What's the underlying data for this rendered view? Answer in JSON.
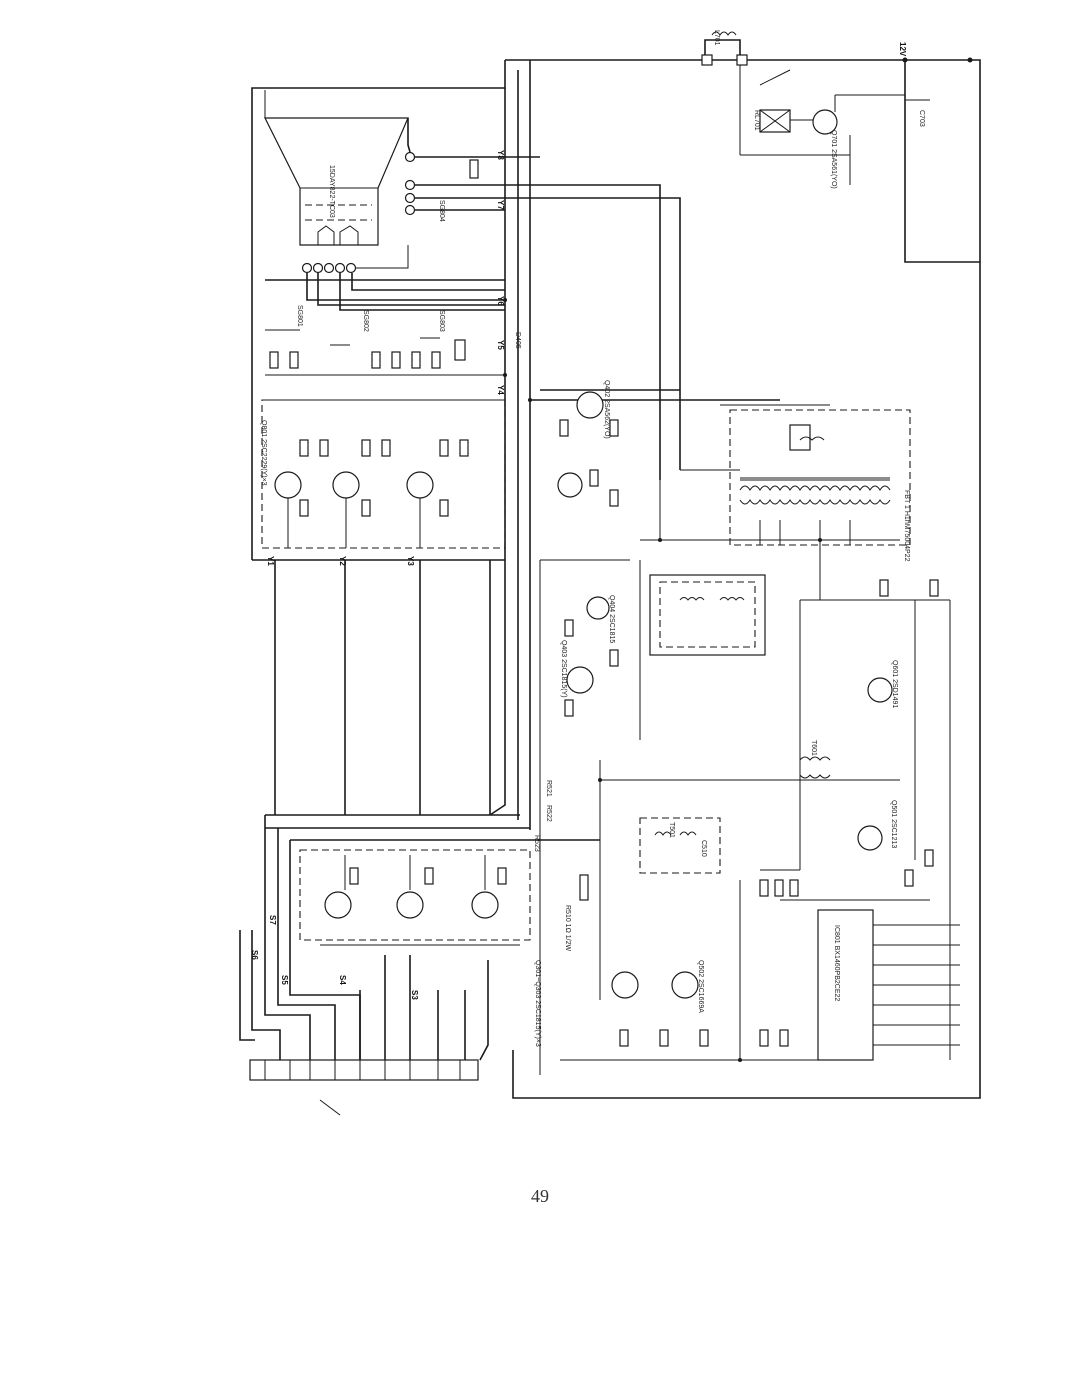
{
  "page": {
    "number": "49"
  },
  "labels": {
    "crt": "15DAY822-TC03",
    "ic801": "IC801 BX1460PB2CE22",
    "fbt": "FBT 1 H1hM75004P22",
    "q801_row": "Q801 2SC2229(Y)×3",
    "q301_row": "Q301~Q303 2SC1815(Y)×3",
    "q701": "Q701 2SA561(YO)",
    "q402": "Q402 2SA562(YO)",
    "q403": "Q403 2SC1815(Y)",
    "q404": "Q404 2SC1815",
    "q501": "Q501 2SC1213",
    "q502": "Q502 2SC1669A",
    "q601": "Q601 2SD1491",
    "rl701": "RL701",
    "l701": "L701",
    "c703": "C703",
    "sg801": "SG801",
    "sg802": "SG802",
    "sg803": "SG803",
    "sg804": "SG804",
    "r510": "R510 1Ω 1/2W",
    "c510": "C510",
    "r521": "R521",
    "r522": "R522",
    "r523": "R523",
    "t601": "T601",
    "t501": "T501",
    "d405": "D405",
    "y5": "Y5",
    "y6": "Y6",
    "y7": "Y7",
    "y8": "Y8",
    "y4": "Y4",
    "y1": "Y1",
    "y2": "Y2",
    "y3": "Y3",
    "v12": "12V",
    "s5": "S5",
    "s6": "S6",
    "s7": "S7",
    "s3": "S3",
    "s4": "S4"
  }
}
